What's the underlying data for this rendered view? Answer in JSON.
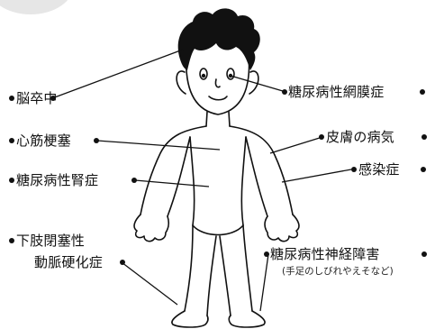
{
  "labels": {
    "stroke": "脳卒中",
    "retinopathy": "糖尿病性網膜症",
    "myocardial_infarction": "心筋梗塞",
    "skin_disease": "皮膚の病気",
    "nephropathy": "糖尿病性腎症",
    "infection": "感染症",
    "pad_line1": "下肢閉塞性",
    "pad_line2": "動脈硬化症",
    "neuropathy": "糖尿病性神経障害",
    "neuropathy_note": "(手足のしびれやえそなど)"
  },
  "colors": {
    "ink": "#111111",
    "background": "#ffffff",
    "corner_shape": "#e6e6e6"
  }
}
